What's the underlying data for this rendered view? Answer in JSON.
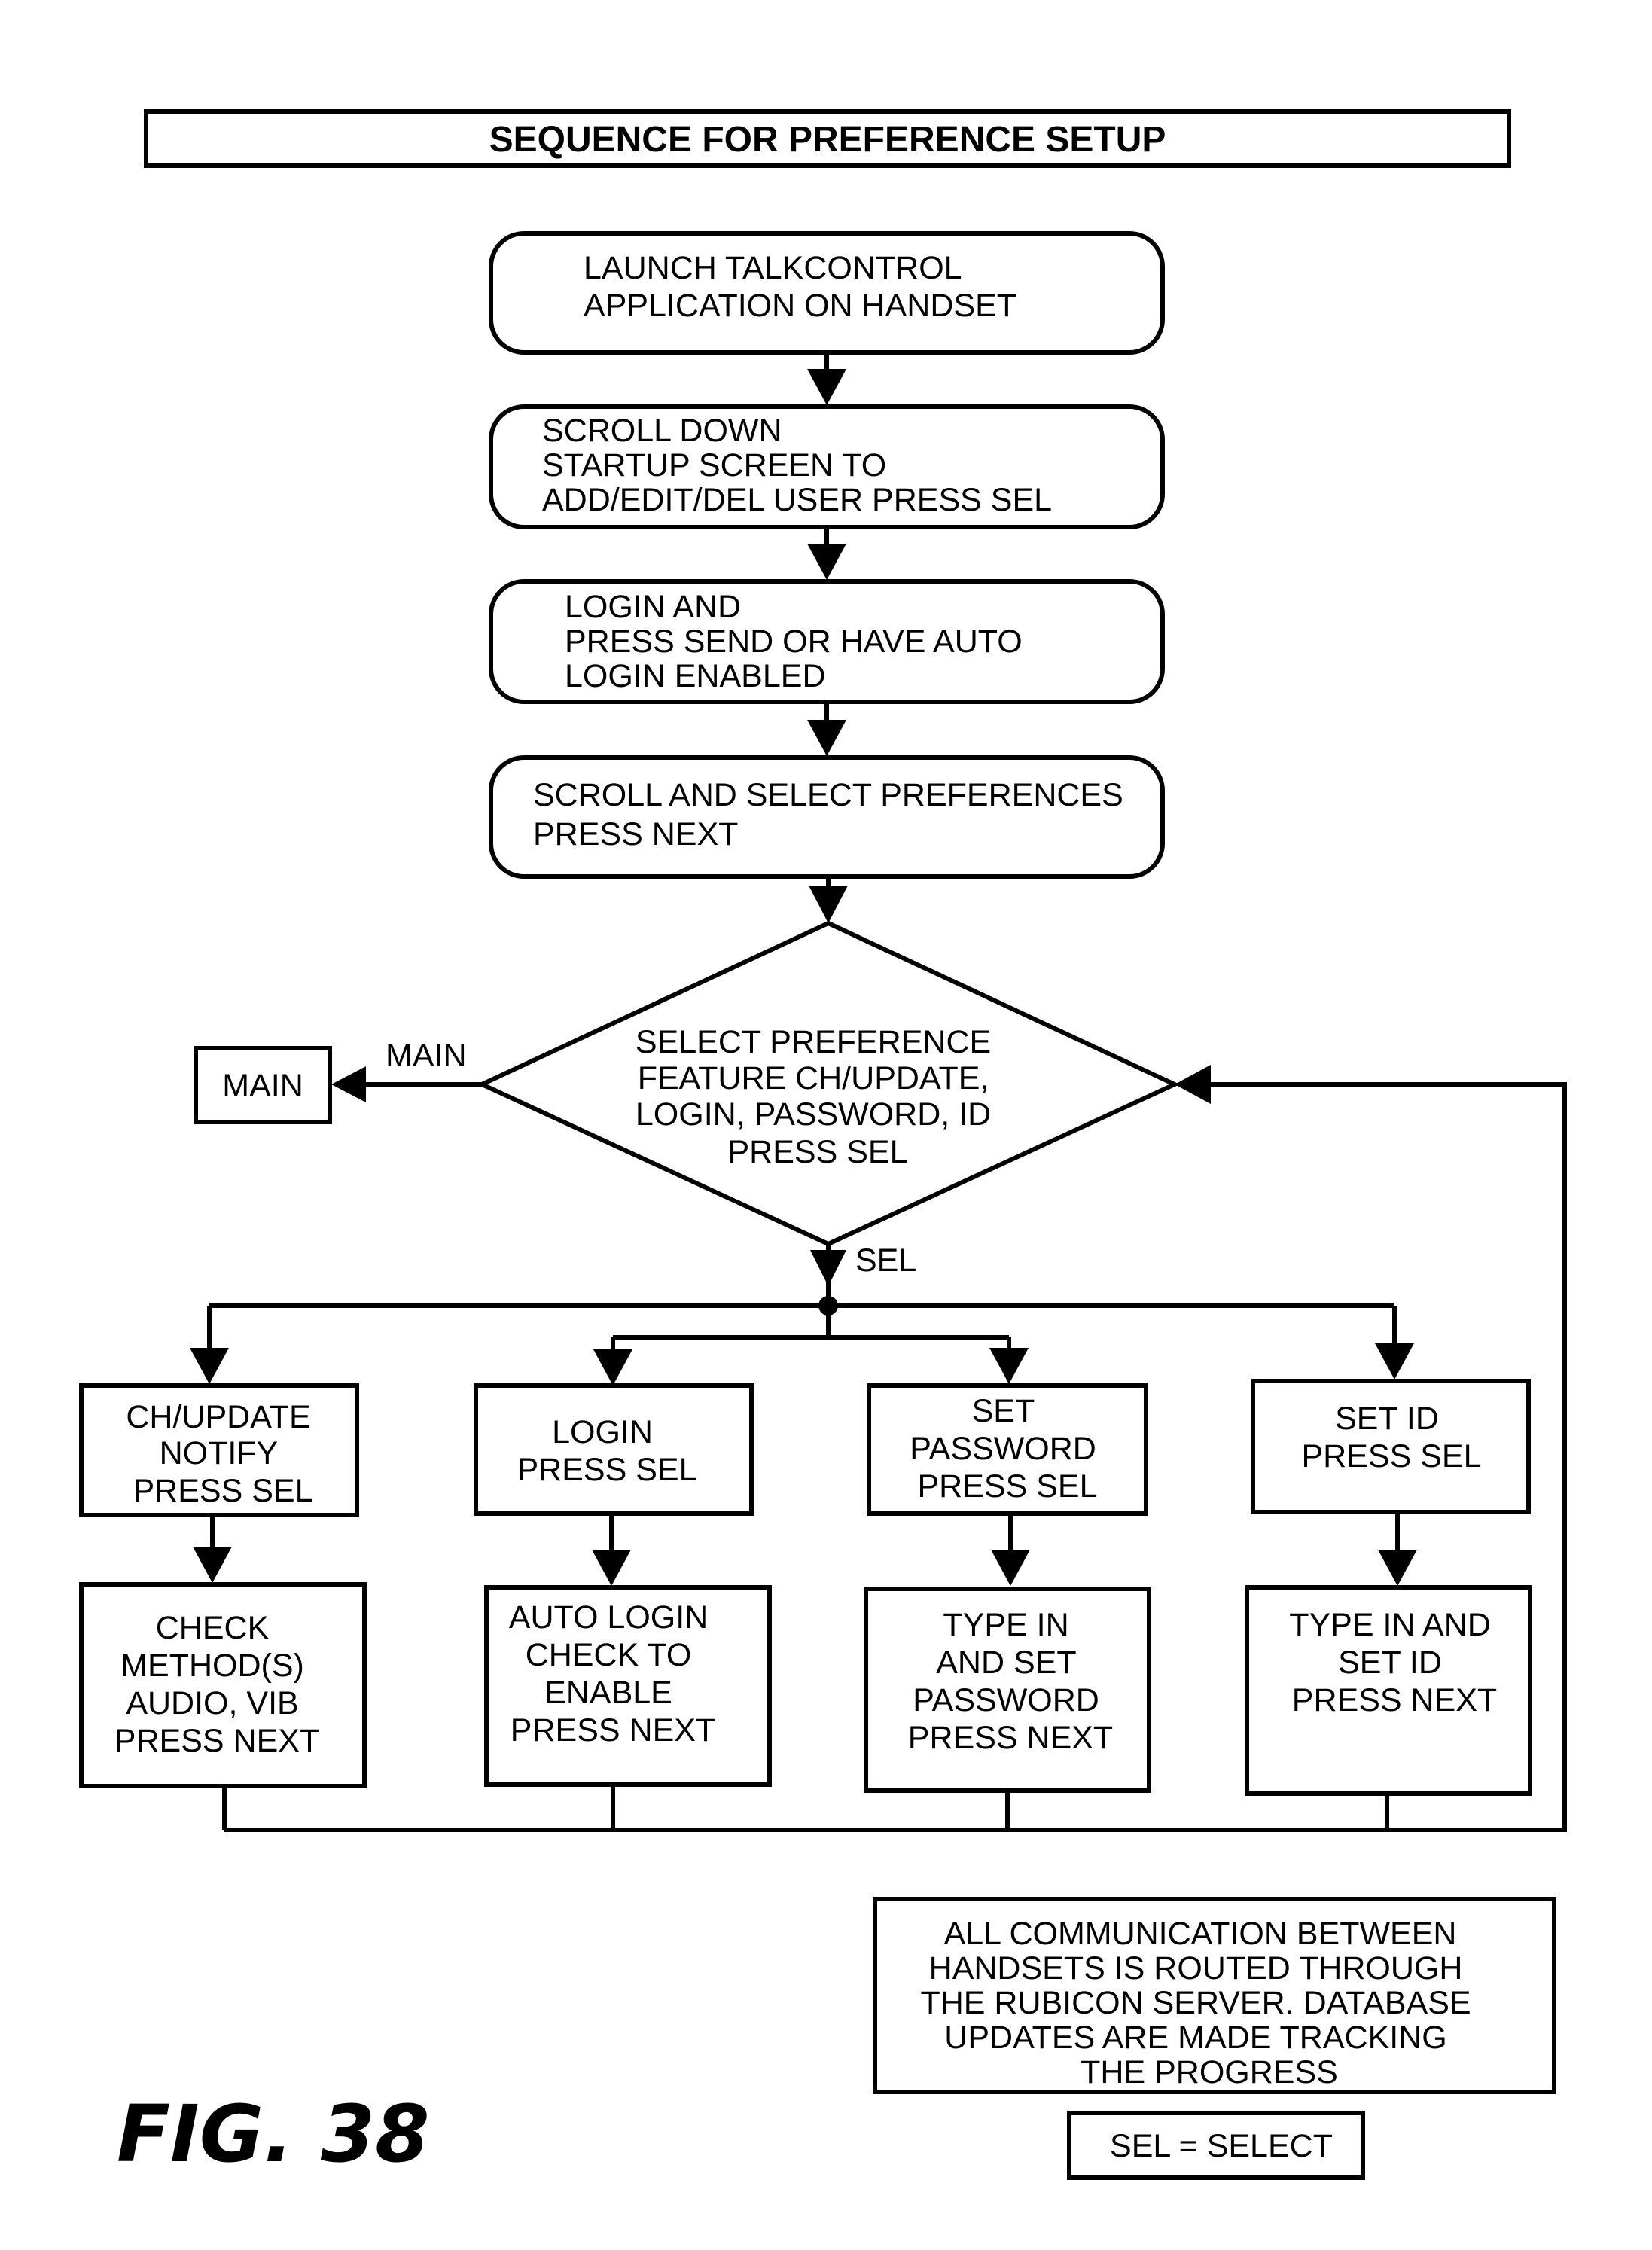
{
  "title": "SEQUENCE FOR PREFERENCE SETUP",
  "steps": {
    "launch": [
      "LAUNCH TALKCONTROL",
      "APPLICATION ON HANDSET"
    ],
    "scroll": [
      "SCROLL DOWN",
      "STARTUP SCREEN TO",
      "ADD/EDIT/DEL USER PRESS SEL"
    ],
    "login": [
      "LOGIN AND",
      "PRESS SEND OR HAVE AUTO",
      "LOGIN ENABLED"
    ],
    "select": [
      "SCROLL AND SELECT PREFERENCES",
      "PRESS NEXT"
    ]
  },
  "decision": {
    "lines": [
      "SELECT PREFERENCE",
      "FEATURE CH/UPDATE,",
      "LOGIN, PASSWORD, ID",
      "PRESS SEL"
    ],
    "main_label": "MAIN",
    "sel_label": "SEL"
  },
  "main_box": "MAIN",
  "branches": [
    {
      "top": [
        "CH/UPDATE",
        "NOTIFY",
        "PRESS SEL"
      ],
      "bottom": [
        "CHECK",
        "METHOD(S)",
        "AUDIO, VIB",
        "PRESS NEXT"
      ]
    },
    {
      "top": [
        "LOGIN",
        "PRESS SEL"
      ],
      "bottom": [
        "AUTO LOGIN",
        "CHECK TO",
        "ENABLE",
        "PRESS NEXT"
      ]
    },
    {
      "top": [
        "SET",
        "PASSWORD",
        "PRESS SEL"
      ],
      "bottom": [
        "TYPE IN",
        "AND SET",
        "PASSWORD",
        "PRESS NEXT"
      ]
    },
    {
      "top": [
        "SET ID",
        "PRESS SEL"
      ],
      "bottom": [
        "TYPE IN AND",
        "SET ID",
        "PRESS NEXT"
      ]
    }
  ],
  "note": [
    "ALL COMMUNICATION BETWEEN",
    "HANDSETS IS ROUTED THROUGH",
    "THE RUBICON SERVER.  DATABASE",
    "UPDATES ARE MADE TRACKING",
    "THE PROGRESS"
  ],
  "legend": "SEL = SELECT",
  "fig_label": "FIG. 38"
}
